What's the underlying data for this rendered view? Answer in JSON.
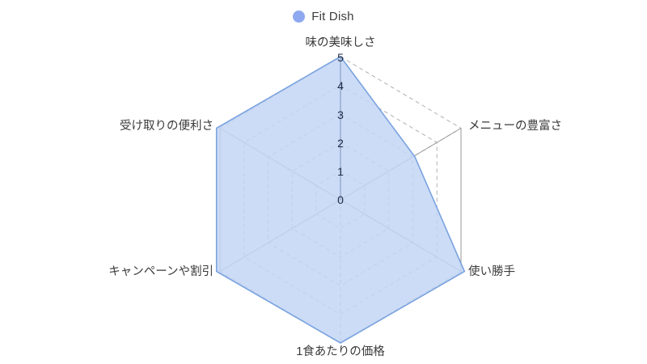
{
  "legend": {
    "series_label": "Fit Dish",
    "swatch_color": "#8ea9f0",
    "icon": "circle-marker-icon"
  },
  "chart_data": {
    "type": "radar",
    "title": "",
    "subtitle": "",
    "xlabel": "",
    "ylabel": "",
    "categories": [
      "味の美味しさ",
      "メニューの豊富さ",
      "使い勝手",
      "1食あたりの価格",
      "キャンペーンや割引",
      "受け取りの便利さ"
    ],
    "series": [
      {
        "name": "Fit Dish",
        "values": [
          5,
          3,
          5,
          5,
          5,
          5
        ],
        "fill_color": "#c3d6f5",
        "line_color": "#7ba3e0"
      }
    ],
    "tick_labels": [
      "0",
      "1",
      "2",
      "3",
      "4",
      "5"
    ],
    "tick_values": [
      0,
      1,
      2,
      3,
      4,
      5
    ],
    "rlim": [
      0,
      5
    ],
    "grid": true,
    "grid_style": "dashed",
    "legend_position": "top-center",
    "axis_label_color": "#3a3a3a",
    "tick_label_color": "#1f2b45"
  },
  "axis_labels": {
    "top": "味の美味しさ",
    "upper_right": "メニューの豊富さ",
    "lower_right": "使い勝手",
    "bottom": "1食あたりの価格",
    "lower_left": "キャンペーンや割引",
    "upper_left": "受け取りの便利さ"
  },
  "ticks": {
    "t0": "0",
    "t1": "1",
    "t2": "2",
    "t3": "3",
    "t4": "4",
    "t5": "5"
  }
}
